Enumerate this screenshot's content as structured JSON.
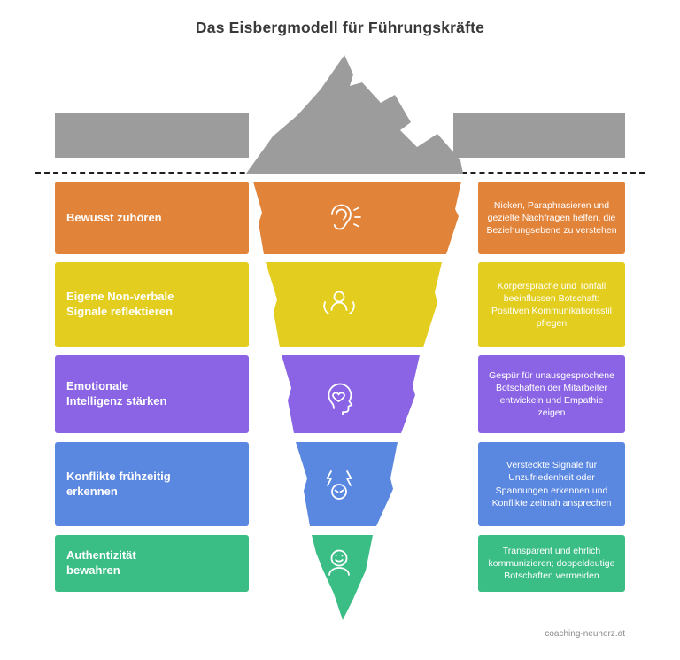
{
  "title": "Das Eisbergmodell für Führungskräfte",
  "watermark": "coaching-neuherz.at",
  "colors": {
    "iceberg_gray": "#9c9c9c",
    "waterline": "#1f1f1f",
    "title_text": "#3a3a3a",
    "watermark_text": "#8c8c8c"
  },
  "rows": [
    {
      "label": "Bewusst zuhören",
      "description": "Nicken, Paraphrasieren und gezielte Nachfragen helfen, die Beziehungs­ebene zu verstehen",
      "color": "#e2833a",
      "icon": "ear-icon"
    },
    {
      "label": "Eigene Non-verbale Signale reflektieren",
      "description": "Körpersprache und Tonfall beeinflussen Botschaft: Positiven Kommunikationsstil pflegen",
      "color": "#e3cd1e",
      "icon": "caring-hands-icon"
    },
    {
      "label": "Emotionale Intelligenz stärken",
      "description": "Gespür für unausgesprochene Botschaften der Mitarbeiter entwickeln und Empathie zeigen",
      "color": "#8a64e4",
      "icon": "head-heart-icon"
    },
    {
      "label": "Konflikte frühzeitig erkennen",
      "description": "Versteckte Signale für Unzufriedenheit oder Spannungen erkennen und Konflikte zeitnah ansprechen",
      "color": "#5a87e0",
      "icon": "conflict-spark-icon"
    },
    {
      "label": "Authentizität bewahren",
      "description": "Transparent und ehrlich kommunizieren; doppeldeutige Botschaften vermeiden",
      "color": "#3bbd86",
      "icon": "smiling-person-icon"
    }
  ]
}
